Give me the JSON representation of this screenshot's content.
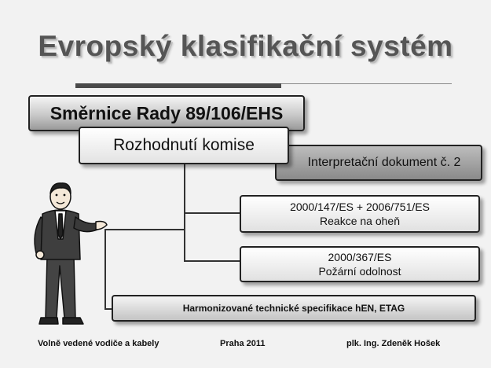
{
  "title": "Evropský klasifikační systém",
  "boxes": {
    "smernice": "Směrnice Rady 89/106/EHS",
    "rozhodnuti": "Rozhodnutí komise",
    "dokument": "Interpretační dokument č. 2",
    "reakce_code": "2000/147/ES + 2006/751/ES",
    "reakce_label": "Reakce na oheň",
    "odolnost_code": "2000/367/ES",
    "odolnost_label": "Požární odolnost",
    "harmon": "Harmonizované technické specifikace hEN, ETAG"
  },
  "footer": {
    "left": "Volně vedené vodiče a kabely",
    "center": "Praha 2011",
    "right": "plk. Ing. Zdeněk Hošek"
  }
}
